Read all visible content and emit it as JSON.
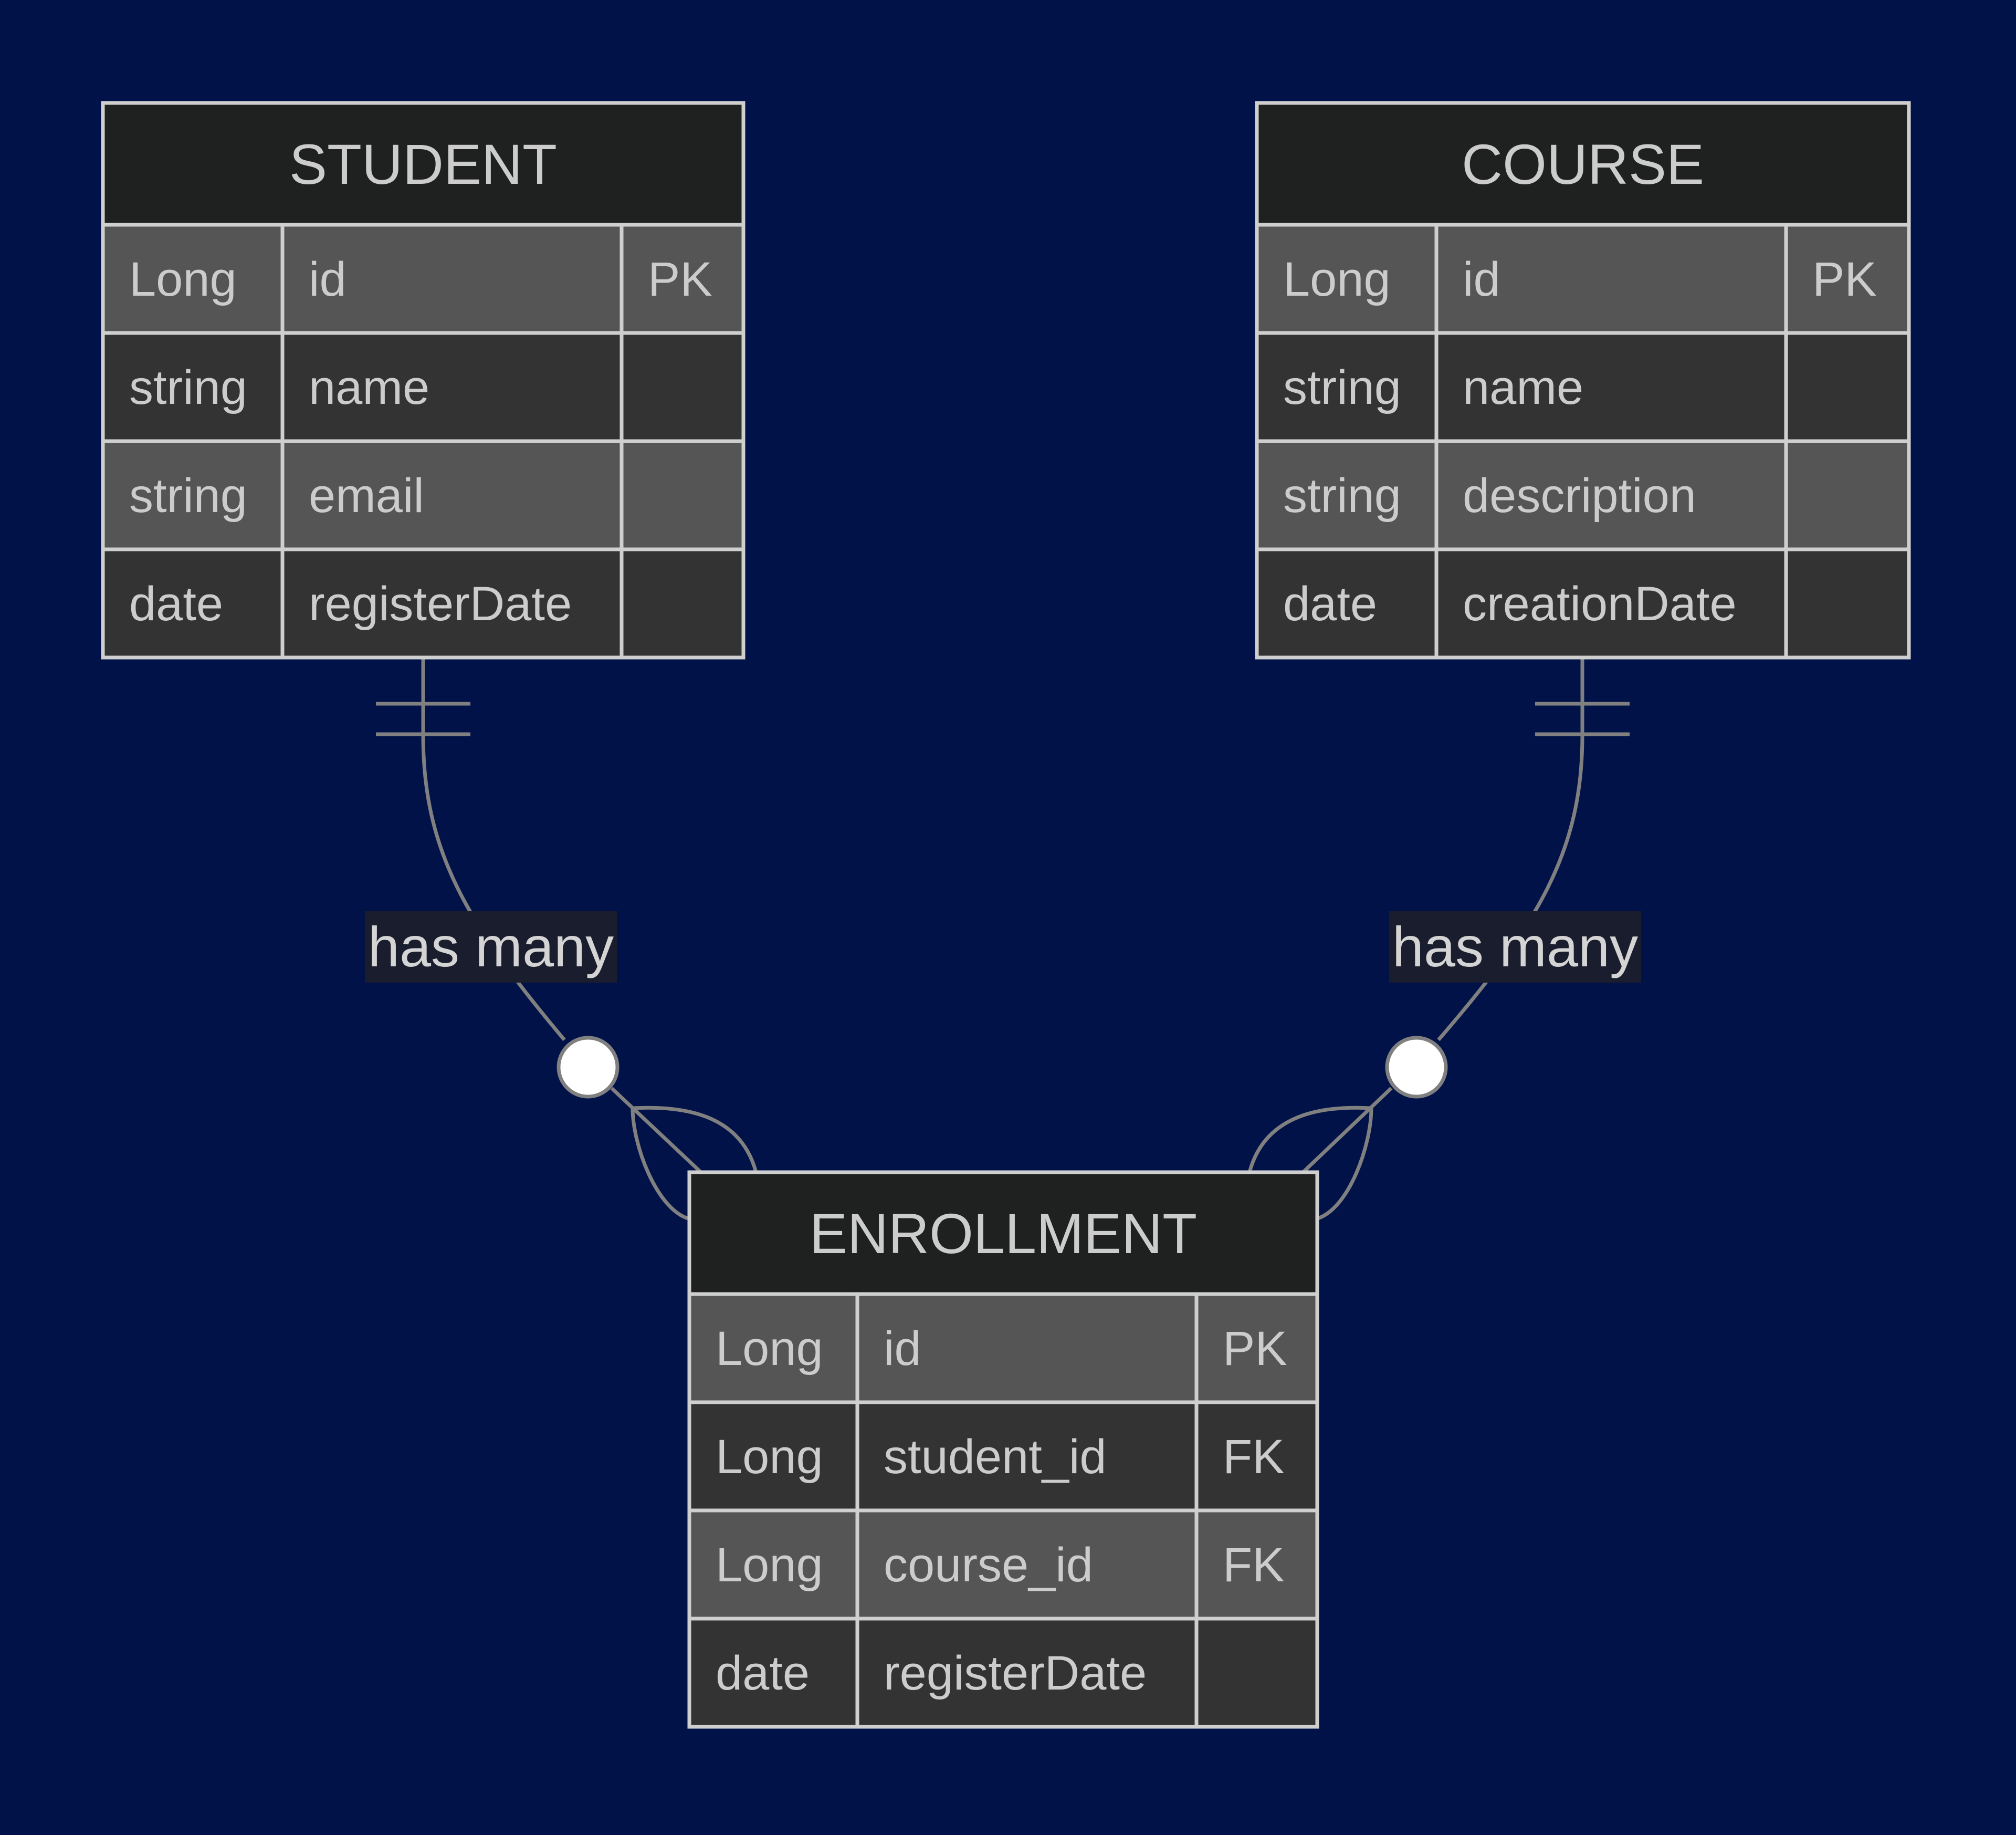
{
  "colors": {
    "background": "#001247",
    "header_fill": "#1f2020",
    "row_odd": "#555555",
    "row_even": "#333333",
    "border": "#cfcfcf",
    "edge": "#808080",
    "text": "#cccccc",
    "label_bg": "#1a1d2e"
  },
  "entities": {
    "student": {
      "name": "STUDENT",
      "attributes": [
        {
          "type": "Long",
          "name": "id",
          "key": "PK"
        },
        {
          "type": "string",
          "name": "name",
          "key": ""
        },
        {
          "type": "string",
          "name": "email",
          "key": ""
        },
        {
          "type": "date",
          "name": "registerDate",
          "key": ""
        }
      ]
    },
    "course": {
      "name": "COURSE",
      "attributes": [
        {
          "type": "Long",
          "name": "id",
          "key": "PK"
        },
        {
          "type": "string",
          "name": "name",
          "key": ""
        },
        {
          "type": "string",
          "name": "description",
          "key": ""
        },
        {
          "type": "date",
          "name": "creationDate",
          "key": ""
        }
      ]
    },
    "enrollment": {
      "name": "ENROLLMENT",
      "attributes": [
        {
          "type": "Long",
          "name": "id",
          "key": "PK"
        },
        {
          "type": "Long",
          "name": "student_id",
          "key": "FK"
        },
        {
          "type": "Long",
          "name": "course_id",
          "key": "FK"
        },
        {
          "type": "date",
          "name": "registerDate",
          "key": ""
        }
      ]
    }
  },
  "relationships": [
    {
      "from": "student",
      "to": "enrollment",
      "label": "has many",
      "from_cardinality": "exactly-one",
      "to_cardinality": "zero-or-many"
    },
    {
      "from": "course",
      "to": "enrollment",
      "label": "has many",
      "from_cardinality": "exactly-one",
      "to_cardinality": "zero-or-many"
    }
  ]
}
